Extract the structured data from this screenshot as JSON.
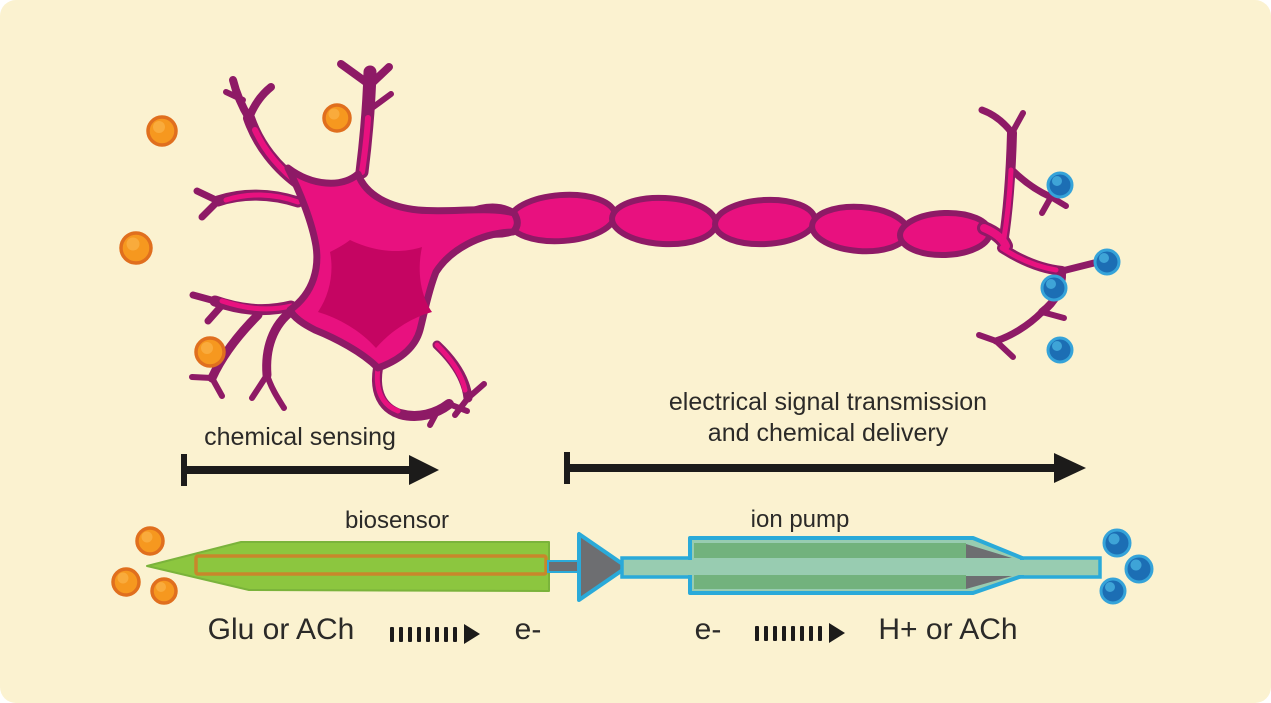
{
  "annotations": {
    "chemical_sensing": "chemical sensing",
    "electrical_transmission_line1": "electrical signal transmission",
    "electrical_transmission_line2": "and chemical delivery"
  },
  "devices": {
    "biosensor_label": "biosensor",
    "ion_pump_label": "ion pump"
  },
  "flow": {
    "biosensor_input": "Glu or ACh",
    "biosensor_output": "e-",
    "ion_pump_input": "e-",
    "ion_pump_output": "H+ or ACh"
  },
  "molecules": {
    "orange_count": 7,
    "blue_count": 7
  },
  "icons": {
    "orange_molecule": "orange-neurotransmitter-dot",
    "blue_molecule": "blue-ion-dot",
    "dashed_arrow": "dashed-right-arrow",
    "solid_arrow": "solid-right-arrow",
    "neuron": "cartoon-neuron"
  },
  "colors": {
    "background": "#fbf2d0",
    "neuron_fill": "#e8117f",
    "neuron_outline": "#8e1a66",
    "neuron_core": "#c50562",
    "molecule_orange": "#f6981f",
    "molecule_orange_outline": "#e06f1e",
    "molecule_orange_highlight": "#f9ae42",
    "molecule_blue": "#1c6eb4",
    "molecule_blue_outline": "#35a3d9",
    "molecule_blue_highlight": "#47b1e0",
    "biosensor_green": "#8cc63f",
    "electrode_orange": "#c8872b",
    "device_cyan": "#2aaad9",
    "device_gray": "#6d6e71",
    "pump_band_green": "#72b27d",
    "channel_teal": "#98ccb1",
    "arrow_black": "#1c1b1a",
    "text_dark": "#2b2a28"
  }
}
